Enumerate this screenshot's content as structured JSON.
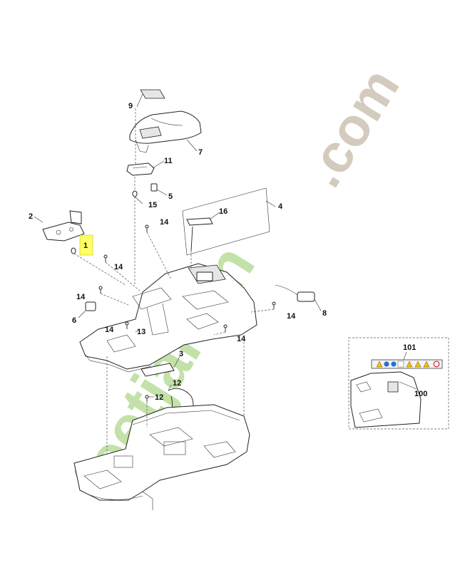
{
  "callouts": [
    {
      "id": "c1",
      "text": "1"
    },
    {
      "id": "c2",
      "text": "2"
    },
    {
      "id": "c3",
      "text": "3"
    },
    {
      "id": "c4",
      "text": "4"
    },
    {
      "id": "c5",
      "text": "5"
    },
    {
      "id": "c6",
      "text": "6"
    },
    {
      "id": "c7",
      "text": "7"
    },
    {
      "id": "c8",
      "text": "8"
    },
    {
      "id": "c9",
      "text": "9"
    },
    {
      "id": "c11",
      "text": "11"
    },
    {
      "id": "c12",
      "text": "12"
    },
    {
      "id": "c12b",
      "text": "12"
    },
    {
      "id": "c13",
      "text": "13"
    },
    {
      "id": "c14a",
      "text": "14"
    },
    {
      "id": "c14b",
      "text": "14"
    },
    {
      "id": "c14c",
      "text": "14"
    },
    {
      "id": "c14d",
      "text": "14"
    },
    {
      "id": "c14e",
      "text": "14"
    },
    {
      "id": "c14f",
      "text": "14"
    },
    {
      "id": "c15",
      "text": "15"
    },
    {
      "id": "c16",
      "text": "16"
    },
    {
      "id": "c100",
      "text": "100"
    },
    {
      "id": "c101",
      "text": "101"
    }
  ],
  "highlight": {
    "callout": "1",
    "color": "#ffff66"
  },
  "watermark": {
    "text_a": "feetjardin",
    "text_b": ".com",
    "color_green": "#b9dc9a",
    "color_orange": "#f5b878",
    "color_gray": "#cfc6b6"
  }
}
